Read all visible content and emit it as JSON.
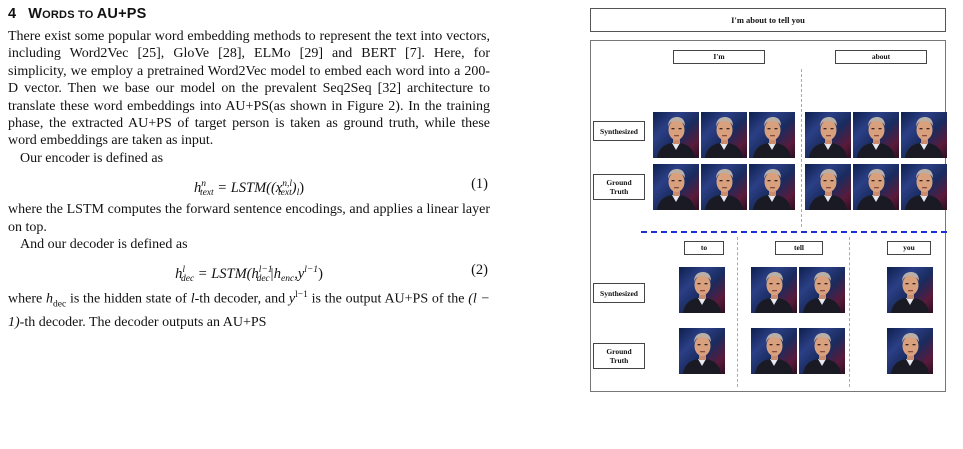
{
  "section": {
    "number": "4",
    "title_first": "W",
    "title_first_rest": "ORDS",
    "title_mid": " TO ",
    "title_end": "AU+PS"
  },
  "paragraphs": {
    "p1": "There exist some popular word embedding methods to represent the text into vectors, including Word2Vec [25], GloVe [28], ELMo [29] and BERT [7]. Here, for simplicity, we employ a pretrained Word2Vec model to embed each word into a 200-D vector. Then we base our model on the prevalent Seq2Seq [32] architecture to translate these word embeddings into AU+PS(as shown in Figure 2). In the training phase, the extracted AU+PS of target person is taken as ground truth, while these word embeddings are taken as input.",
    "p2": "Our encoder is defined as",
    "p3": "where the LSTM computes the forward sentence encodings, and applies a linear layer on top.",
    "p4": "And our decoder is defined as",
    "p5_a": "where ",
    "p5_b": " is the hidden state of ",
    "p5_c": "-th decoder, and ",
    "p5_d": " is the output AU+PS of the ",
    "p5_e": "-th decoder. The decoder outputs an AU+PS"
  },
  "equations": {
    "eq1": {
      "lhs": "h",
      "lhs_sup": "n",
      "lhs_sub": "text",
      "rhs": "= LSTM((x",
      "rhs_sup": "n,l",
      "rhs_sub": "text",
      "rhs_end": ")",
      "rhs_end_sub": "l",
      "close": ")",
      "tag": "(1)"
    },
    "eq2": {
      "lhs": "h",
      "lhs_sup": "l",
      "lhs_sub": "dec",
      "rhs": "= LSTM(h",
      "rhs_sup": "l−1",
      "rhs_sub": "dec",
      "mid": "|h",
      "mid_sub": "enc",
      "tail": ",y",
      "tail_sup": "l−1",
      "close": ")",
      "tag": "(2)"
    },
    "inline": {
      "h": "h",
      "h_sub": "dec",
      "l": "l",
      "y": "y",
      "y_sup": "l−1",
      "paren": "(l − 1)"
    }
  },
  "figure": {
    "sentence": "I'm about to tell you",
    "words_top": [
      "I'm",
      "about"
    ],
    "words_bottom": [
      "to",
      "tell",
      "you"
    ],
    "row_labels": {
      "synth_top": "Synthesized",
      "gt_top_1": "Ground",
      "gt_top_2": "Truth",
      "synth_bottom": "Synthesized",
      "gt_bottom_1": "Ground",
      "gt_bottom_2": "Truth"
    },
    "colors": {
      "word_divider": "#e88aa8",
      "section_divider": "#1b2fd6"
    },
    "frame_icon": "talking-head-frame"
  }
}
